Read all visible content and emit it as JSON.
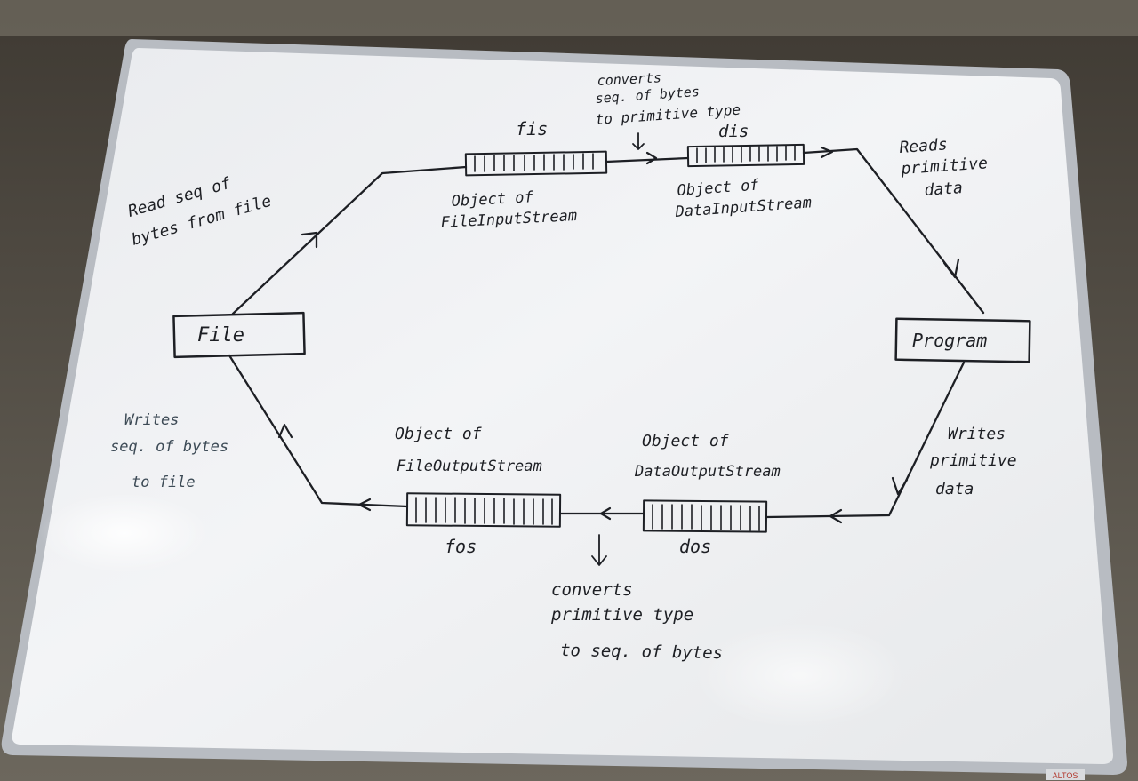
{
  "nodes": {
    "file": "File",
    "program": "Program"
  },
  "top": {
    "fis_label": "fis",
    "fis_caption_1": "Object of",
    "fis_caption_2": "FileInputStream",
    "dis_label": "dis",
    "dis_caption_1": "Object of",
    "dis_caption_2": "DataInputStream",
    "converts_1": "converts",
    "converts_2": "seq. of bytes",
    "converts_3": "to primitive type"
  },
  "bottom": {
    "fos_label": "fos",
    "fos_caption_1": "Object of",
    "fos_caption_2": "FileOutputStream",
    "dos_label": "dos",
    "dos_caption_1": "Object of",
    "dos_caption_2": "DataOutputStream",
    "converts_1": "converts",
    "converts_2": "primitive type",
    "converts_3": "to seq. of bytes"
  },
  "edges": {
    "read_1": "Read seq of",
    "read_2": "bytes from file",
    "reads_1": "Reads",
    "reads_2": "primitive",
    "reads_3": "data",
    "writes_prim_1": "Writes",
    "writes_prim_2": "primitive",
    "writes_prim_3": "data",
    "writes_seq_1": "Writes",
    "writes_seq_2": "seq. of bytes",
    "writes_seq_3": "to file"
  },
  "board_brand": "ALTOS"
}
